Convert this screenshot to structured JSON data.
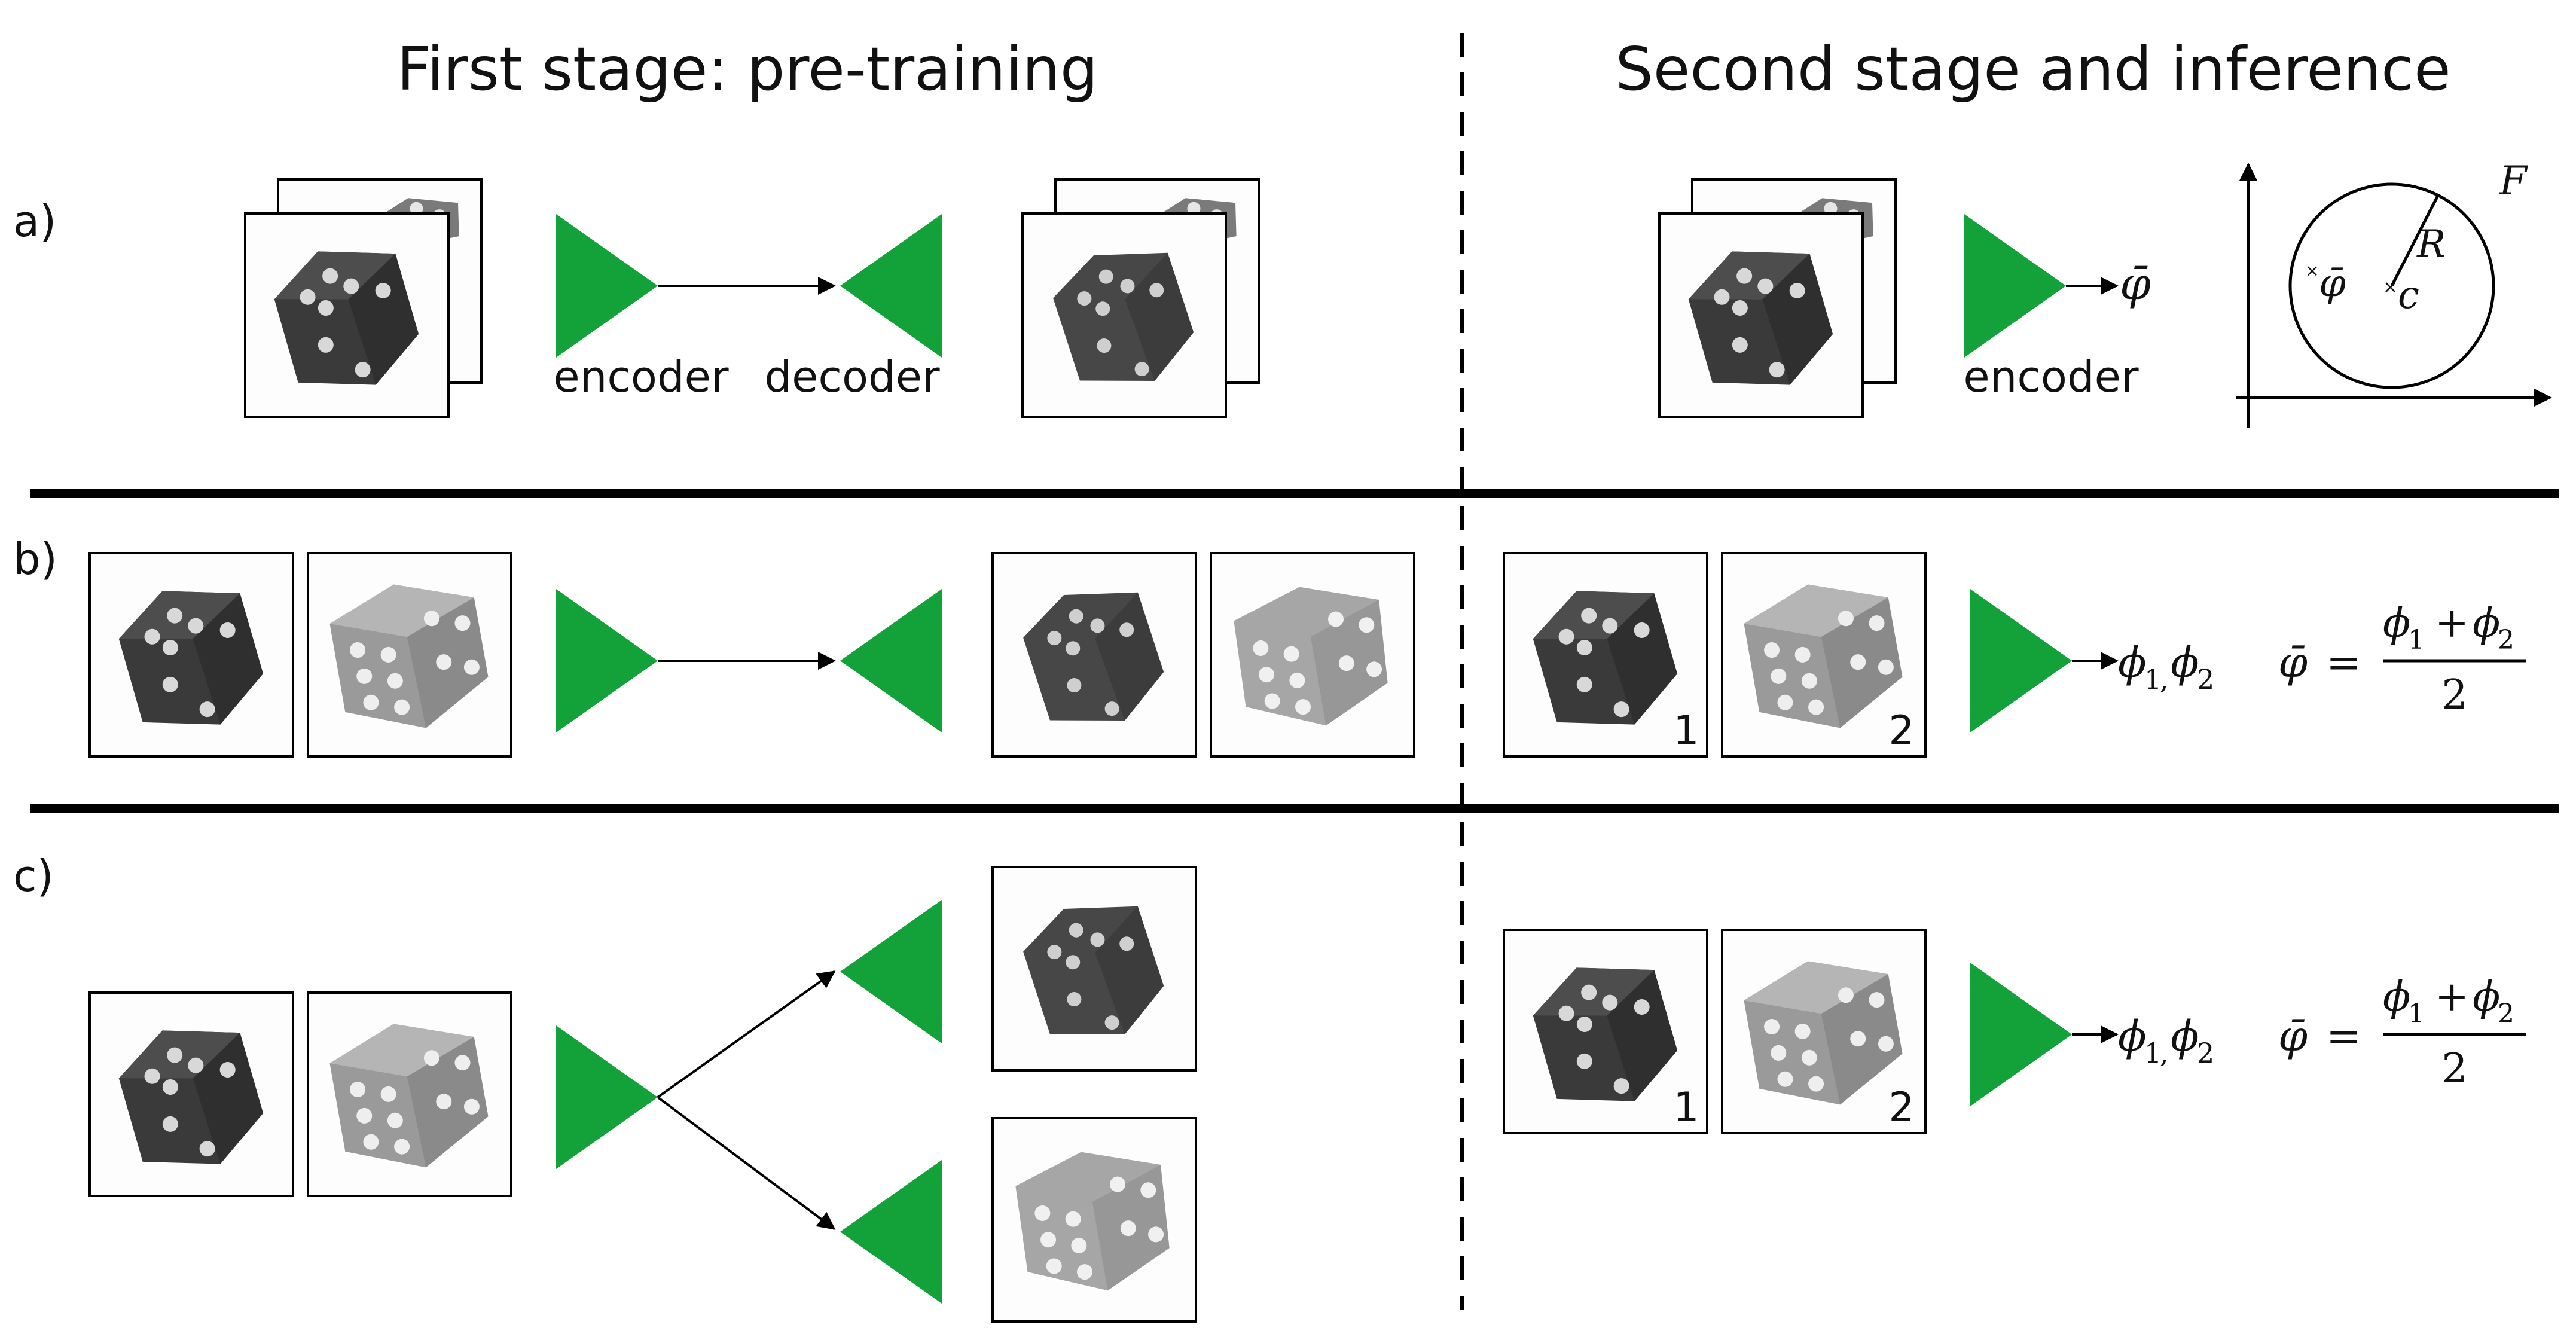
{
  "titles": {
    "left": "First stage: pre-training",
    "right": "Second stage and inference"
  },
  "row_labels": [
    "a)",
    "b)",
    "c)"
  ],
  "labels": {
    "encoder": "encoder",
    "decoder": "decoder"
  },
  "math": {
    "phi_bar": "φ̄",
    "R": "R",
    "c": "c",
    "F": "F",
    "phi_pair": "ϕ1, ϕ2",
    "phi_bar_eq": "φ̄ = (ϕ1 + ϕ2) / 2",
    "numerator": "ϕ1 + ϕ2",
    "denominator": "2"
  },
  "view_numbers": [
    "1",
    "2"
  ],
  "colors": {
    "network": "#13a23a",
    "line": "#000000",
    "die_dark": "#3a3a3a",
    "die_light": "#9a9a9a",
    "pip": "#e6e6e6"
  }
}
